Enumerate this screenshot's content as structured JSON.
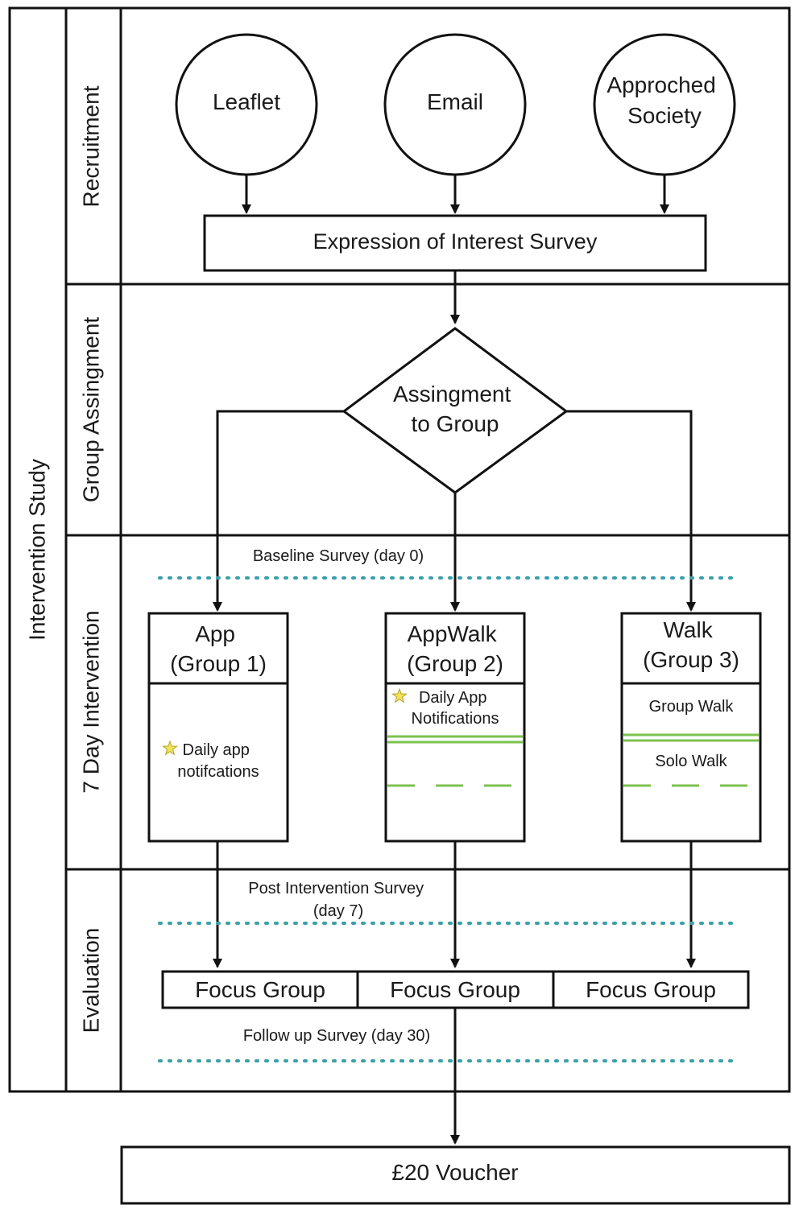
{
  "pool": {
    "label": "Intervention Study"
  },
  "lanes": {
    "recruitment": "Recruitment",
    "group_assignment": "Group Assingment",
    "intervention": "7 Day Intervention",
    "evaluation": "Evaluation"
  },
  "recruitment": {
    "sources": [
      {
        "lines": [
          "Leaflet"
        ]
      },
      {
        "lines": [
          "Email"
        ]
      },
      {
        "lines": [
          "Approched",
          "Society"
        ]
      }
    ],
    "survey": "Expression of Interest Survey"
  },
  "assignment": {
    "lines": [
      "Assingment",
      "to Group"
    ]
  },
  "milestones": {
    "baseline": "Baseline Survey (day 0)",
    "post": [
      "Post Intervention Survey",
      "(day 7)"
    ],
    "followup": "Follow up Survey (day 30)"
  },
  "groups": [
    {
      "title": "App",
      "subtitle": "(Group 1)",
      "activities": [
        [
          "Daily app",
          "notifcations"
        ]
      ]
    },
    {
      "title": "AppWalk",
      "subtitle": "(Group 2)",
      "activities": [
        [
          "Daily App",
          "Notifications"
        ]
      ]
    },
    {
      "title": "Walk",
      "subtitle": "(Group 3)",
      "activities": [
        [
          "Group Walk"
        ],
        [
          "Solo Walk"
        ]
      ]
    }
  ],
  "focus_groups": [
    "Focus Group",
    "Focus Group",
    "Focus Group"
  ],
  "reward": "£20 Voucher",
  "colors": {
    "line": "#111111",
    "survey_dots": "#3aa0a8",
    "activity_dividers": "#7cc24e",
    "star": "#f2e15a"
  }
}
